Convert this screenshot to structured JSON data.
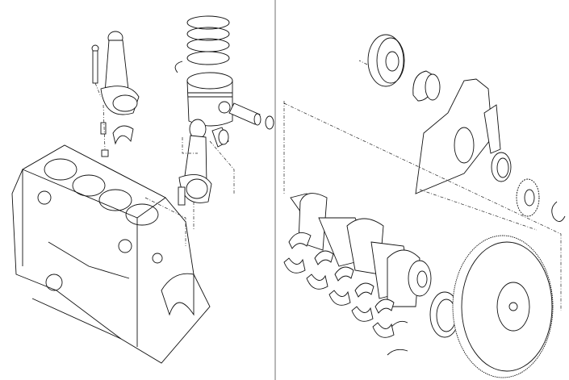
{
  "diagram": {
    "panels": [
      {
        "id": "left",
        "parts": [
          "connecting-rod",
          "rod-bolt",
          "rod-nut",
          "bearing-shells",
          "piston-rings",
          "piston",
          "piston-pin",
          "snap-rings",
          "small-end-bushing",
          "cylinder-block"
        ]
      },
      {
        "id": "right",
        "parts": [
          "crank-pulley",
          "timing-gear",
          "front-cover",
          "oil-seal",
          "crank-gear",
          "circlip",
          "crankshaft",
          "rear-seal",
          "flywheel",
          "main-bearing-shells"
        ]
      }
    ],
    "colors": {
      "line": "#111111",
      "divider": "#888888",
      "background": "#ffffff"
    }
  }
}
